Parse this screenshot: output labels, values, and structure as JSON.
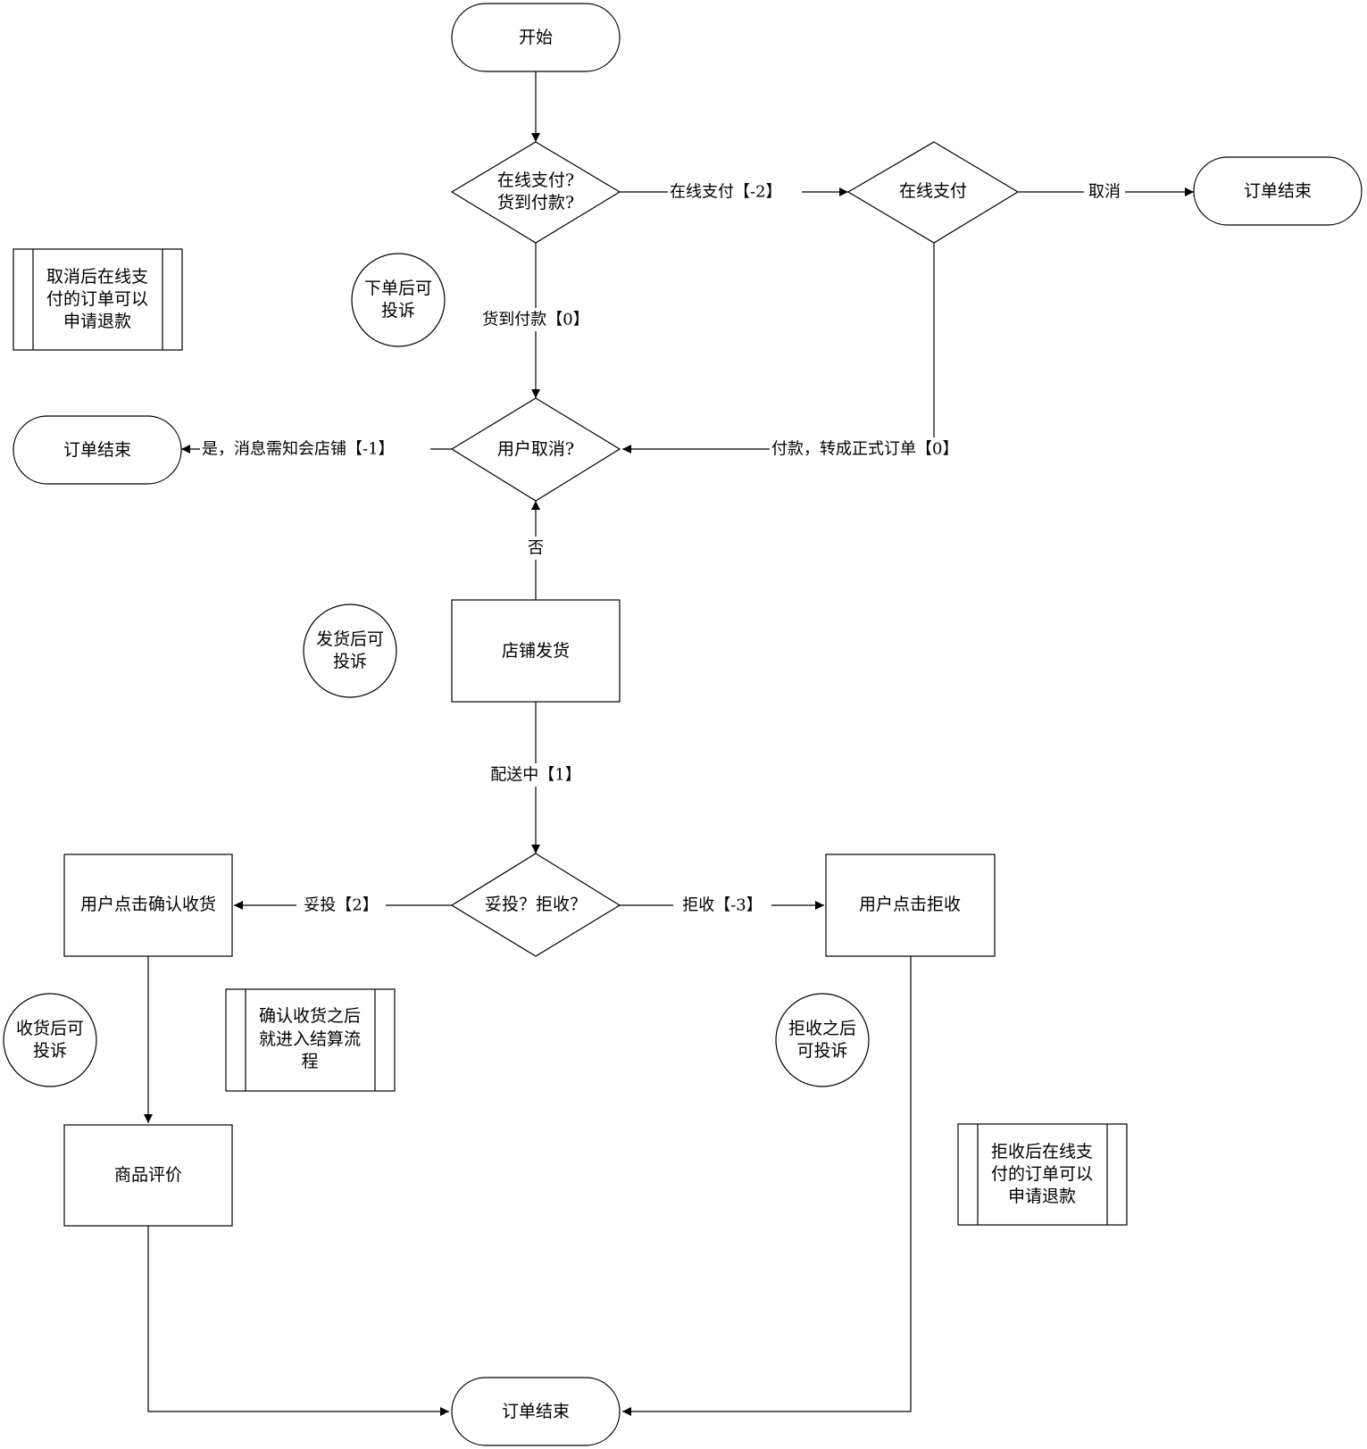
{
  "nodes": {
    "start": "开始",
    "payment_choice": [
      "在线支付?",
      "货到付款?"
    ],
    "online_payment": "在线支付",
    "order_end_top": "订单结束",
    "order_end_left": "订单结束",
    "user_cancel": "用户取消?",
    "shop_ship": "店铺发货",
    "deliver_choice": "妥投？拒收？",
    "user_confirm": "用户点击确认收货",
    "user_reject": "用户点击拒收",
    "product_review": "商品评价",
    "order_end_bottom": "订单结束"
  },
  "edge_labels": {
    "online_pay": "在线支付【-2】",
    "cancel": "取消",
    "cod": "货到付款【0】",
    "paid_formal": "付款，转成正式订单【0】",
    "yes_notify": "是，消息需知会店铺【-1】",
    "no": "否",
    "delivering": "配送中【1】",
    "delivered": "妥投【2】",
    "rejected": "拒收【-3】"
  },
  "notes": {
    "note_cancel_refund": [
      "取消后在线支",
      "付的订单可以",
      "申请退款"
    ],
    "note_settlement": [
      "确认收货之后",
      "就进入结算流",
      "程"
    ],
    "note_reject_refund": [
      "拒收后在线支",
      "付的订单可以",
      "申请退款"
    ]
  },
  "circles": {
    "complain_after_order": [
      "下单后可",
      "投诉"
    ],
    "complain_after_ship": [
      "发货后可",
      "投诉"
    ],
    "complain_after_receive": [
      "收货后可",
      "投诉"
    ],
    "complain_after_reject": [
      "拒收之后",
      "可投诉"
    ]
  }
}
